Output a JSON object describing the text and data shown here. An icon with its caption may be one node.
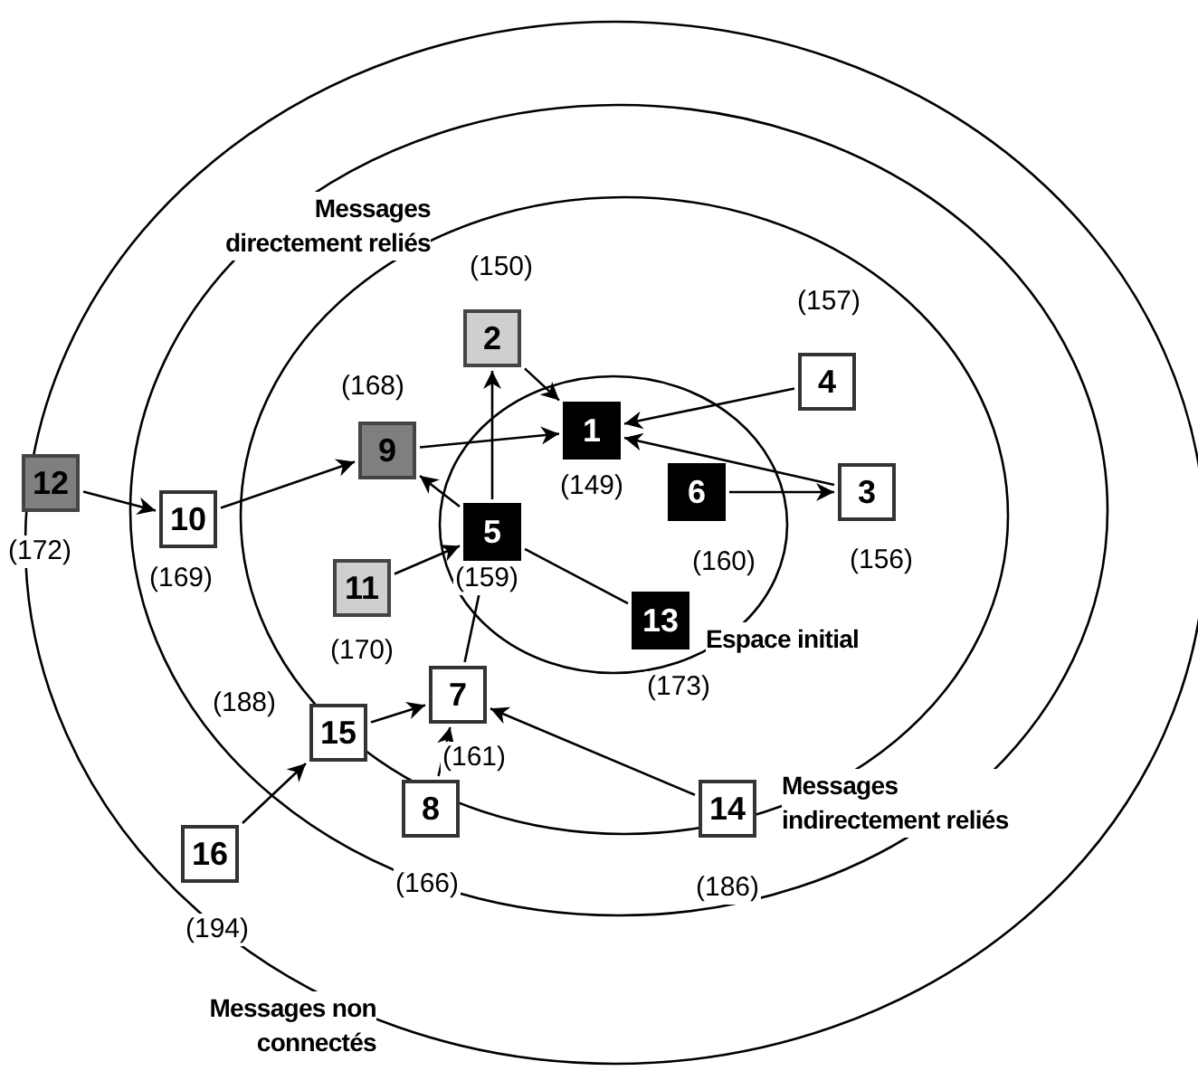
{
  "diagram": {
    "nodes": [
      {
        "text": [
          "1"
        ],
        "beside": [
          "(149)"
        ]
      },
      {
        "text": [
          "2"
        ],
        "beside": [
          "(150)"
        ]
      },
      {
        "text": [
          "3"
        ],
        "beside": [
          "(156)"
        ]
      },
      {
        "text": [
          "4"
        ],
        "beside": [
          "(157)"
        ]
      },
      {
        "text": [
          "5"
        ],
        "beside": [
          "(159)"
        ]
      },
      {
        "text": [
          "6"
        ],
        "beside": [
          "(160)"
        ]
      },
      {
        "text": [
          "7"
        ],
        "beside": [
          "(161)"
        ]
      },
      {
        "text": [
          "8"
        ],
        "beside": [
          "(166)"
        ]
      },
      {
        "text": [
          "9"
        ],
        "beside": [
          "(168)"
        ]
      },
      {
        "text": [
          "10"
        ],
        "beside": [
          "(169)"
        ]
      },
      {
        "text": [
          "11"
        ],
        "beside": [
          "(170)"
        ]
      },
      {
        "text": [
          "12"
        ],
        "beside": [
          "(172)"
        ]
      },
      {
        "text": [
          "13"
        ],
        "beside": [
          "(173)"
        ]
      },
      {
        "text": [
          "14"
        ],
        "beside": [
          "(186)"
        ]
      },
      {
        "text": [
          "15"
        ],
        "beside": [
          "(188)"
        ]
      },
      {
        "text": [
          "16"
        ],
        "beside": [
          "(194)"
        ]
      }
    ],
    "edges": [
      {
        "from": 1,
        "to": 0,
        "arrow": "to"
      },
      {
        "from": 3,
        "to": 0,
        "arrow": "to"
      },
      {
        "from": 2,
        "to": 0,
        "arrow": "to"
      },
      {
        "from": 8,
        "to": 0,
        "arrow": "to"
      },
      {
        "from": 5,
        "to": 2,
        "arrow": "to"
      },
      {
        "from": 4,
        "to": 1,
        "arrow": "to"
      },
      {
        "from": 4,
        "to": 8,
        "arrow": "to"
      },
      {
        "from": 10,
        "to": 4,
        "arrow": "to"
      },
      {
        "from": 6,
        "to": 4,
        "arrow": "to"
      },
      {
        "from": 12,
        "to": 4,
        "arrow": "none"
      },
      {
        "from": 11,
        "to": 9,
        "arrow": "to"
      },
      {
        "from": 9,
        "to": 8,
        "arrow": "to"
      },
      {
        "from": 14,
        "to": 6,
        "arrow": "to"
      },
      {
        "from": 7,
        "to": 6,
        "arrow": "to"
      },
      {
        "from": 13,
        "to": 6,
        "arrow": "to"
      },
      {
        "from": 15,
        "to": 14,
        "arrow": "to"
      }
    ],
    "labels": [
      "Messages directement reliés",
      "Espace initial",
      "Messages indirectement reliés",
      "Messages non connectés"
    ]
  }
}
